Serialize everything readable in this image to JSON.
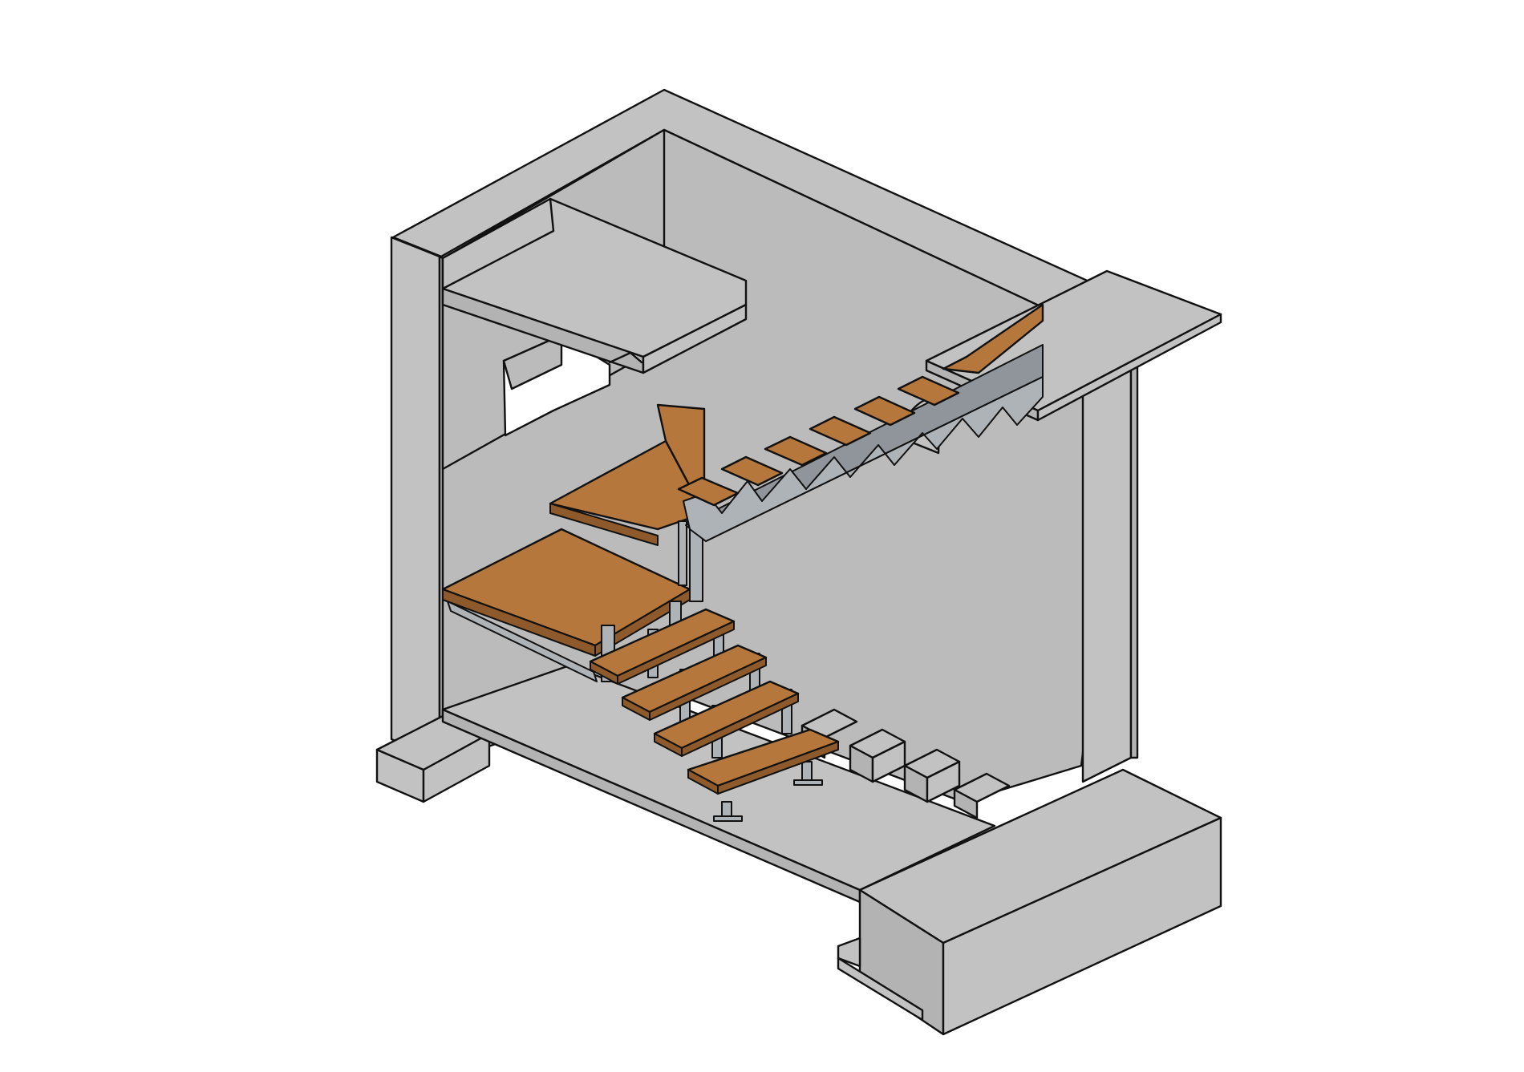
{
  "diagram": {
    "subject": "isometric-staircase-model",
    "colors": {
      "concrete": "#c2c2c2",
      "wall_inner": "#bbbbbb",
      "wood_tread": "#b5773c",
      "wood_edge": "#8e5a2b",
      "steel_stringer": "#aeb3b8",
      "outline": "#111111",
      "background": "#ffffff"
    },
    "lower_flight_tread_count": 4,
    "upper_flight_tread_count": 7,
    "landing_count": 2,
    "support_block_count": 4
  }
}
